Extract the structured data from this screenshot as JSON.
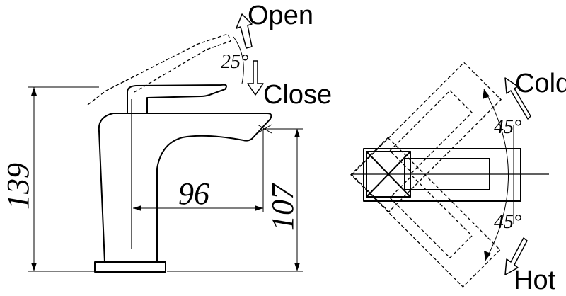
{
  "labels": {
    "open": "Open",
    "close": "Close",
    "cold": "Cold",
    "hot": "Hot"
  },
  "dimensions": {
    "height_total": "139",
    "reach": "96",
    "spout_height": "107"
  },
  "angles": {
    "lever_tilt": "25°",
    "cold_rotation": "45°",
    "hot_rotation": "45°"
  }
}
